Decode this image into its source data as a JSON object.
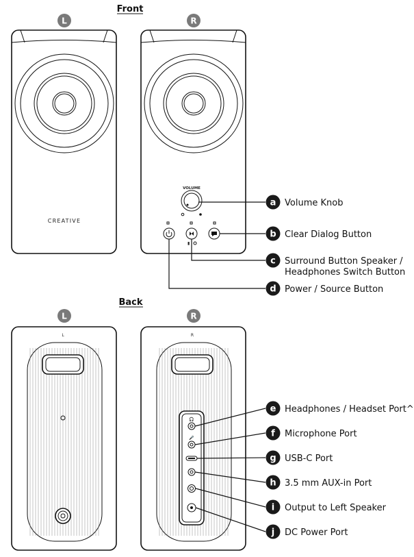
{
  "sections": {
    "front": "Front",
    "back": "Back"
  },
  "sides": {
    "left": "L",
    "right": "R"
  },
  "speaker": {
    "brand": "CREATIVE",
    "volume_label": "VOLUME",
    "back_left_mark": "L",
    "back_right_mark": "R"
  },
  "callouts": [
    {
      "letter": "a",
      "lines": [
        "Volume Knob"
      ]
    },
    {
      "letter": "b",
      "lines": [
        "Clear Dialog Button"
      ]
    },
    {
      "letter": "c",
      "lines": [
        "Surround Button Speaker /",
        "Headphones Switch Button"
      ]
    },
    {
      "letter": "d",
      "lines": [
        "Power / Source Button"
      ]
    },
    {
      "letter": "e",
      "lines": [
        "Headphones / Headset Port^"
      ]
    },
    {
      "letter": "f",
      "lines": [
        "Microphone Port"
      ]
    },
    {
      "letter": "g",
      "lines": [
        "USB-C Port"
      ]
    },
    {
      "letter": "h",
      "lines": [
        "3.5 mm AUX-in Port"
      ]
    },
    {
      "letter": "i",
      "lines": [
        "Output to Left Speaker"
      ]
    },
    {
      "letter": "j",
      "lines": [
        "DC Power Port"
      ]
    }
  ],
  "colors": {
    "ink": "#111111",
    "badge": "#1a1a1a",
    "side_badge": "#7a7a7a"
  }
}
